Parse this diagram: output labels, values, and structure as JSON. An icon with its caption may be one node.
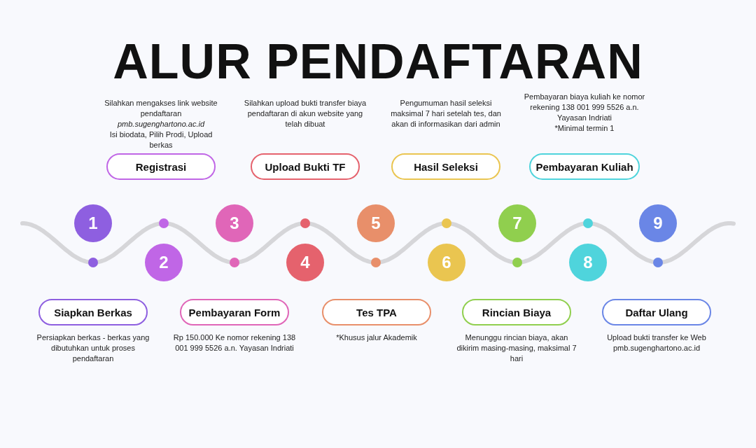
{
  "diagram": {
    "title": "ALUR PENDAFTARAN",
    "nodes": [
      {
        "text": [
          "Registrasi"
        ],
        "beside": [
          "Silahkan mengakses link website pendaftaran",
          "pmb.sugenghartono.ac.id",
          "Isi biodata, Pilih Prodi, Upload berkas"
        ]
      },
      {
        "text": [
          "Upload Bukti TF"
        ],
        "beside": [
          "Silahkan upload bukti transfer biaya pendaftaran di akun website yang telah dibuat"
        ]
      },
      {
        "text": [
          "Hasil Seleksi"
        ],
        "beside": [
          "Pengumuman hasil seleksi maksimal 7 hari setelah tes, dan akan di informasikan dari admin"
        ]
      },
      {
        "text": [
          "Pembayaran Kuliah"
        ],
        "beside": [
          "Pembayaran biaya kuliah ke nomor rekening 138 001 999 5526 a.n. Yayasan Indriati",
          "*Minimal termin 1"
        ]
      },
      {
        "text": [
          "1"
        ]
      },
      {
        "text": [
          "2"
        ]
      },
      {
        "text": [
          "3"
        ]
      },
      {
        "text": [
          "4"
        ]
      },
      {
        "text": [
          "5"
        ]
      },
      {
        "text": [
          "6"
        ]
      },
      {
        "text": [
          "7"
        ]
      },
      {
        "text": [
          "8"
        ]
      },
      {
        "text": [
          "9"
        ]
      },
      {
        "text": [
          "Siapkan Berkas"
        ],
        "beside": [
          "Persiapkan berkas - berkas yang dibutuhkan untuk proses pendaftaran"
        ]
      },
      {
        "text": [
          "Pembayaran Form"
        ],
        "beside": [
          "Rp 150.000 Ke nomor rekening 138 001 999 5526 a.n. Yayasan Indriati"
        ]
      },
      {
        "text": [
          "Tes TPA"
        ],
        "beside": [
          "*Khusus jalur Akademik"
        ]
      },
      {
        "text": [
          "Rincian Biaya"
        ],
        "beside": [
          "Menunggu rincian biaya, akan dikirim masing-masing, maksimal 7 hari"
        ]
      },
      {
        "text": [
          "Daftar Ulang"
        ],
        "beside": [
          "Upload bukti transfer ke Web pmb.sugenghartono.ac.id"
        ]
      }
    ]
  }
}
